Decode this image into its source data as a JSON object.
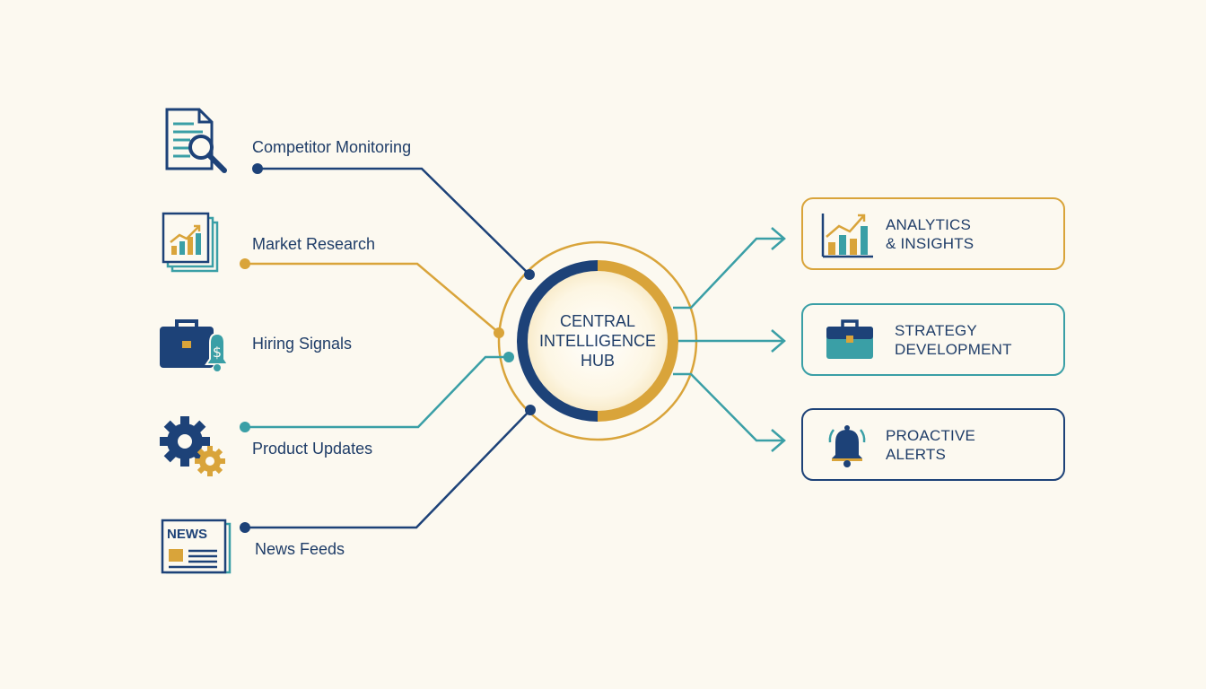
{
  "hub": {
    "line1": "CENTRAL",
    "line2": "INTELLIGENCE",
    "line3": "HUB"
  },
  "sources": [
    {
      "label": "Competitor Monitoring",
      "icon": "document-search-icon",
      "color": "#1d4278"
    },
    {
      "label": "Market Research",
      "icon": "chart-report-icon",
      "color": "#d9a43a"
    },
    {
      "label": "Hiring Signals",
      "icon": "briefcase-alert-icon",
      "color": "#1d4278"
    },
    {
      "label": "Product Updates",
      "icon": "gears-icon",
      "color": "#3a9fa6"
    },
    {
      "label": "News Feeds",
      "icon": "newspaper-icon",
      "color": "#1d4278"
    }
  ],
  "newspaper_text": "NEWS",
  "outputs": [
    {
      "line1": "ANALYTICS",
      "line2": "& INSIGHTS",
      "icon": "bar-chart-icon",
      "border": "#d9a43a"
    },
    {
      "line1": "STRATEGY",
      "line2": "DEVELOPMENT",
      "icon": "briefcase-icon",
      "border": "#3a9fa6"
    },
    {
      "line1": "PROACTIVE",
      "line2": "ALERTS",
      "icon": "bell-icon",
      "border": "#1d4278"
    }
  ],
  "colors": {
    "navy": "#1d4278",
    "gold": "#d9a43a",
    "teal": "#3a9fa6",
    "background": "#fcf9f0"
  }
}
